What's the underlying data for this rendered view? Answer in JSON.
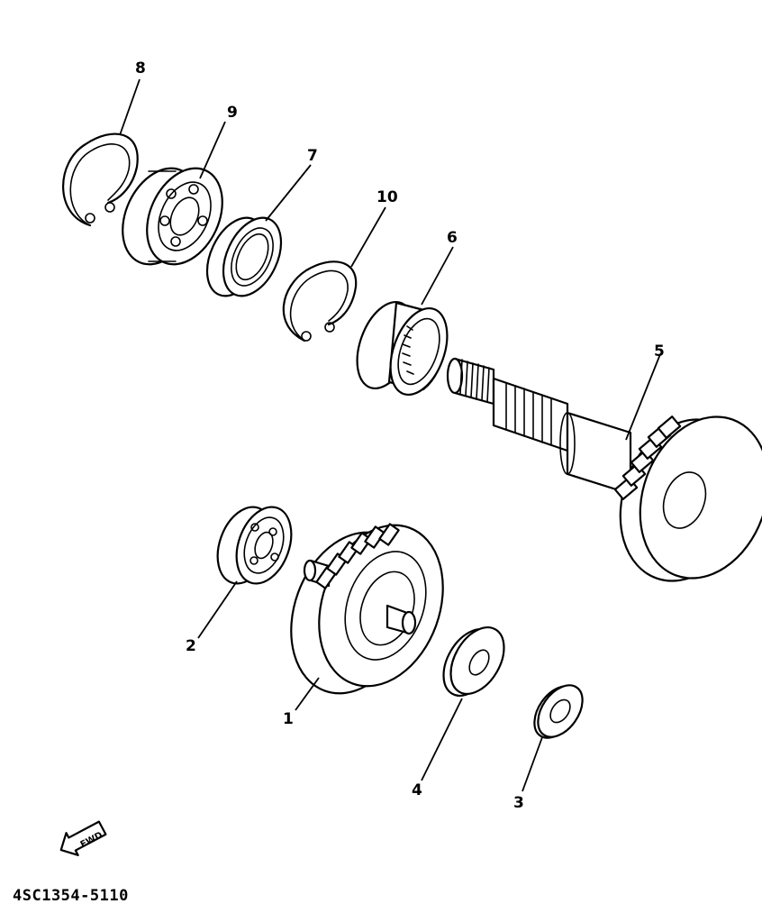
{
  "drawing_code": "4SC1354-5110",
  "fwd_label": "FWD",
  "callouts": {
    "c1": "1",
    "c2": "2",
    "c3": "3",
    "c4": "4",
    "c5": "5",
    "c6": "6",
    "c7": "7",
    "c8": "8",
    "c9": "9",
    "c10": "10"
  }
}
